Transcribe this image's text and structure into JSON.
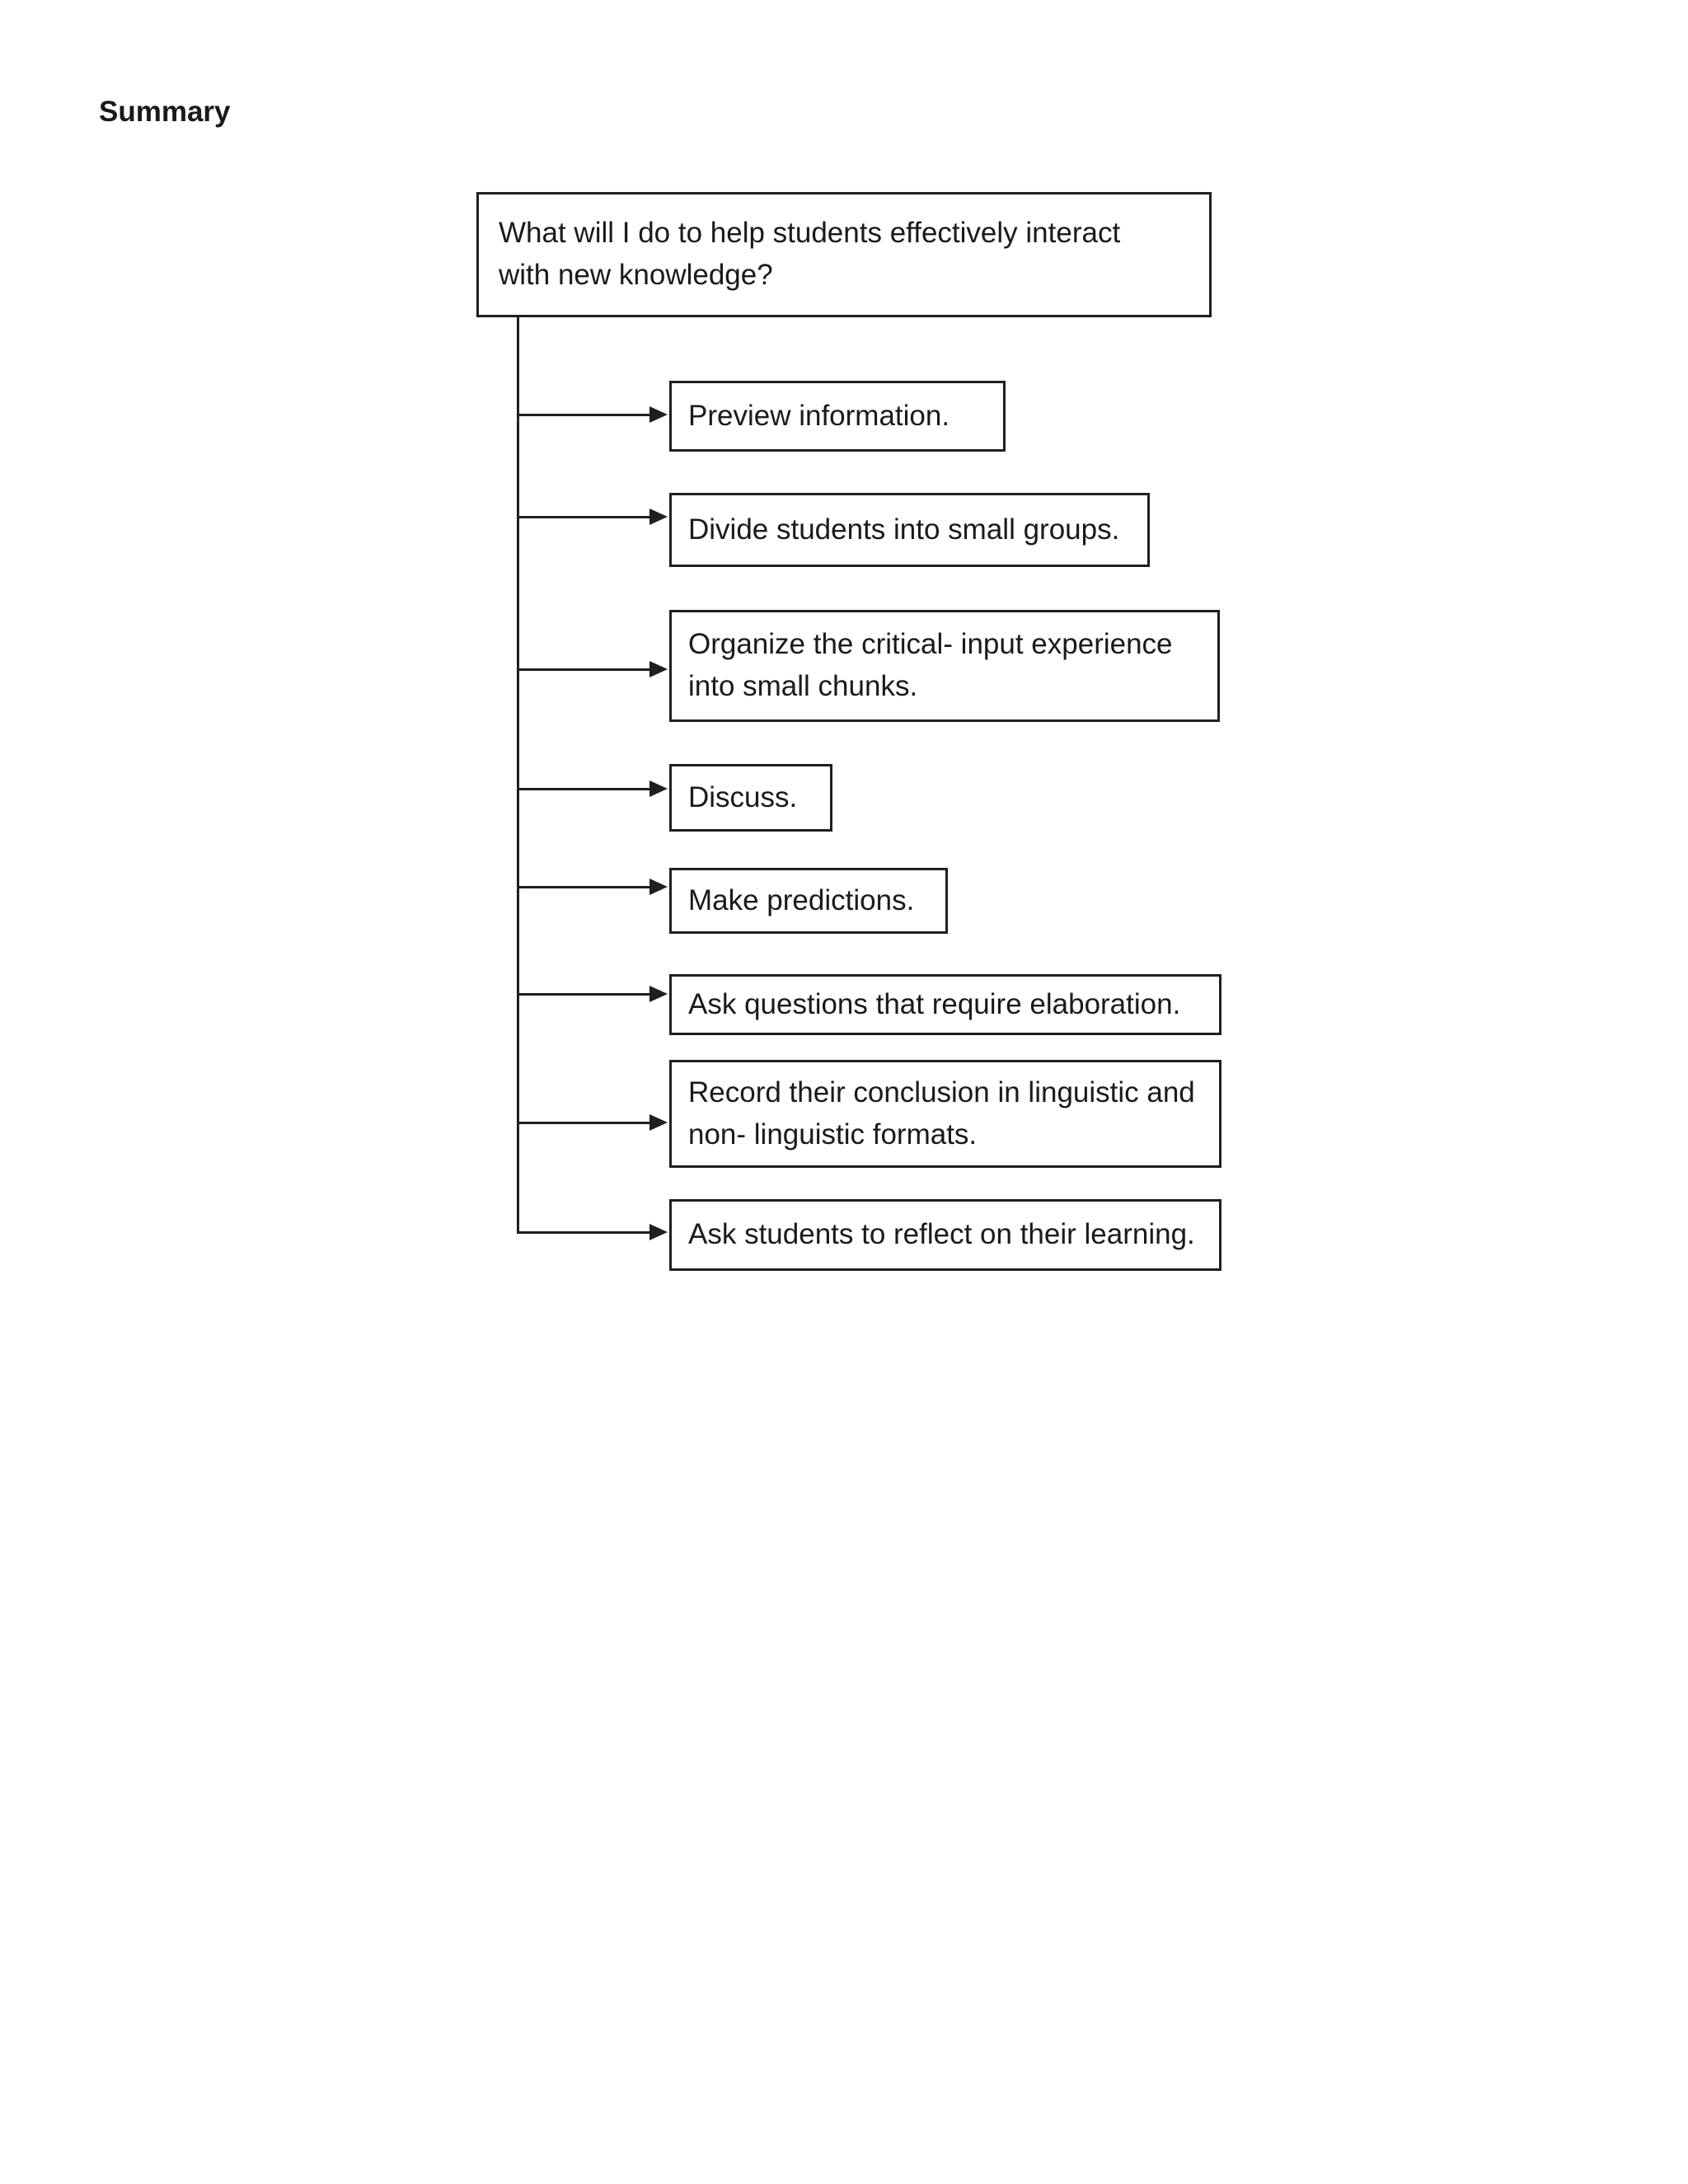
{
  "page": {
    "heading": "Summary"
  },
  "diagram": {
    "root_label": "What will I do to help students effectively interact\nwith new knowledge?",
    "nodes": [
      {
        "label": "Preview information."
      },
      {
        "label": "Divide students into small groups."
      },
      {
        "label": "Organize the critical- input experience\ninto small chunks."
      },
      {
        "label": "Discuss."
      },
      {
        "label": "Make predictions."
      },
      {
        "label": "Ask questions that require elaboration."
      },
      {
        "label": "Record their conclusion in linguistic and\nnon- linguistic formats."
      },
      {
        "label": "Ask students to reflect on their learning."
      }
    ],
    "colors": {
      "line": "#1f1f1f",
      "text": "#1a1a1a",
      "background": "#ffffff"
    }
  }
}
